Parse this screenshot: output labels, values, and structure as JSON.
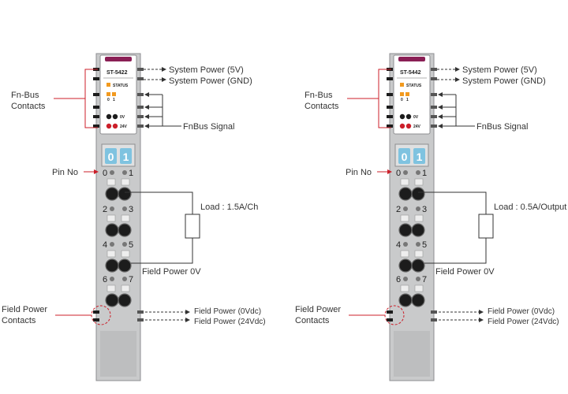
{
  "modules": [
    {
      "model": "ST-5422",
      "status_label": "STATUS",
      "led_labels": [
        "0",
        "1"
      ],
      "rail_labels": [
        "0V",
        "24V"
      ],
      "display_digits": [
        "0",
        "1"
      ],
      "pin_numbers": [
        "0",
        "1",
        "2",
        "3",
        "4",
        "5",
        "6",
        "7"
      ],
      "fnbus_label": "Fn-Bus\nContacts",
      "system_power_5v": "System Power (5V)",
      "system_power_gnd": "System Power (GND)",
      "fnbus_signal": "FnBus Signal",
      "pin_no": "Pin No",
      "load": "Load : 1.5A/Ch",
      "field_power_0v": "Field Power 0V",
      "field_power_contacts": "Field Power\nContacts",
      "field_power_0vdc": "Field Power (0Vdc)",
      "field_power_24vdc": "Field Power (24Vdc)"
    },
    {
      "model": "ST-5442",
      "status_label": "STATUS",
      "led_labels": [
        "0",
        "1"
      ],
      "rail_labels": [
        "0V",
        "24V"
      ],
      "display_digits": [
        "0",
        "1"
      ],
      "pin_numbers": [
        "0",
        "1",
        "2",
        "3",
        "4",
        "5",
        "6",
        "7"
      ],
      "fnbus_label": "Fn-Bus\nContacts",
      "system_power_5v": "System Power (5V)",
      "system_power_gnd": "System Power (GND)",
      "fnbus_signal": "FnBus Signal",
      "pin_no": "Pin No",
      "load": "Load : 0.5A/Output",
      "field_power_0v": "Field Power 0V",
      "field_power_contacts": "Field Power\nContacts",
      "field_power_0vdc": "Field Power (0Vdc)",
      "field_power_24vdc": "Field Power (24Vdc)"
    }
  ],
  "colors": {
    "accent_red": "#cc1f2a",
    "module_gray": "#c9cacb",
    "module_dark": "#9a9b9d",
    "led_orange": "#f29a1f",
    "display_blue": "#7fc3e0",
    "terminal_black": "#1c1c1c",
    "model_bar": "#8a1f55"
  }
}
